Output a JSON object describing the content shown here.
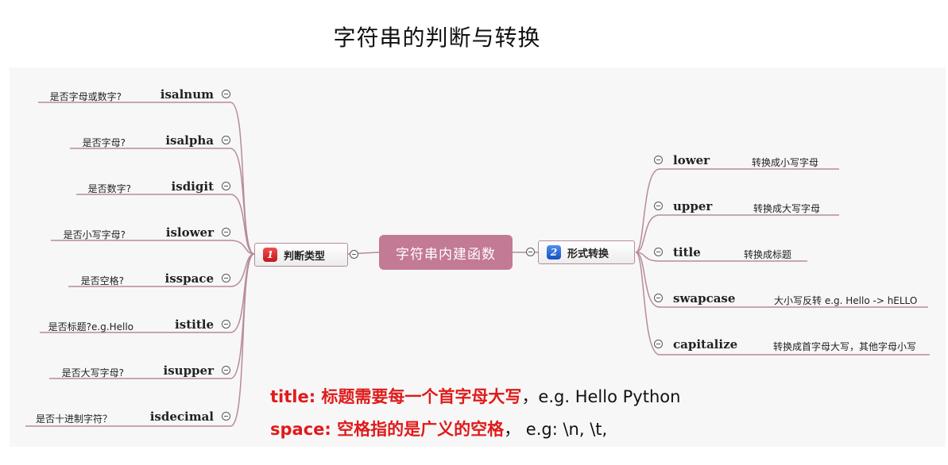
{
  "title": "字符串的判断与转换",
  "center": "字符串内建函数",
  "left_branch": {
    "number": "1",
    "label": "判断类型",
    "items": [
      {
        "method": "isalnum",
        "desc": "是否字母或数字?"
      },
      {
        "method": "isalpha",
        "desc": "是否字母?"
      },
      {
        "method": "isdigit",
        "desc": "是否数字?"
      },
      {
        "method": "islower",
        "desc": "是否小写字母?"
      },
      {
        "method": "isspace",
        "desc": "是否空格?"
      },
      {
        "method": "istitle",
        "desc": "是否标题?e.g.Hello"
      },
      {
        "method": "isupper",
        "desc": "是否大写字母?"
      },
      {
        "method": "isdecimal",
        "desc": "是否十进制字符？"
      }
    ]
  },
  "right_branch": {
    "number": "2",
    "label": "形式转换",
    "items": [
      {
        "method": "lower",
        "desc": "转换成小写字母"
      },
      {
        "method": "upper",
        "desc": "转换成大写字母"
      },
      {
        "method": "title",
        "desc": "转换成标题"
      },
      {
        "method": "swapcase",
        "desc": "大小写反转 e.g. Hello -> hELLO"
      },
      {
        "method": "capitalize",
        "desc": "转换成首字母大写，其他字母小写"
      }
    ]
  },
  "notes": [
    {
      "key": "title: 标题需要每一个首字母大写",
      "value": "，e.g. Hello Python"
    },
    {
      "key": "space: 空格指的是广义的空格",
      "value": "，  e.g: \\n, \\t,"
    }
  ],
  "colors": {
    "center": "#c37a94",
    "link": "#b88a9c",
    "note_key": "#e01a1a"
  }
}
